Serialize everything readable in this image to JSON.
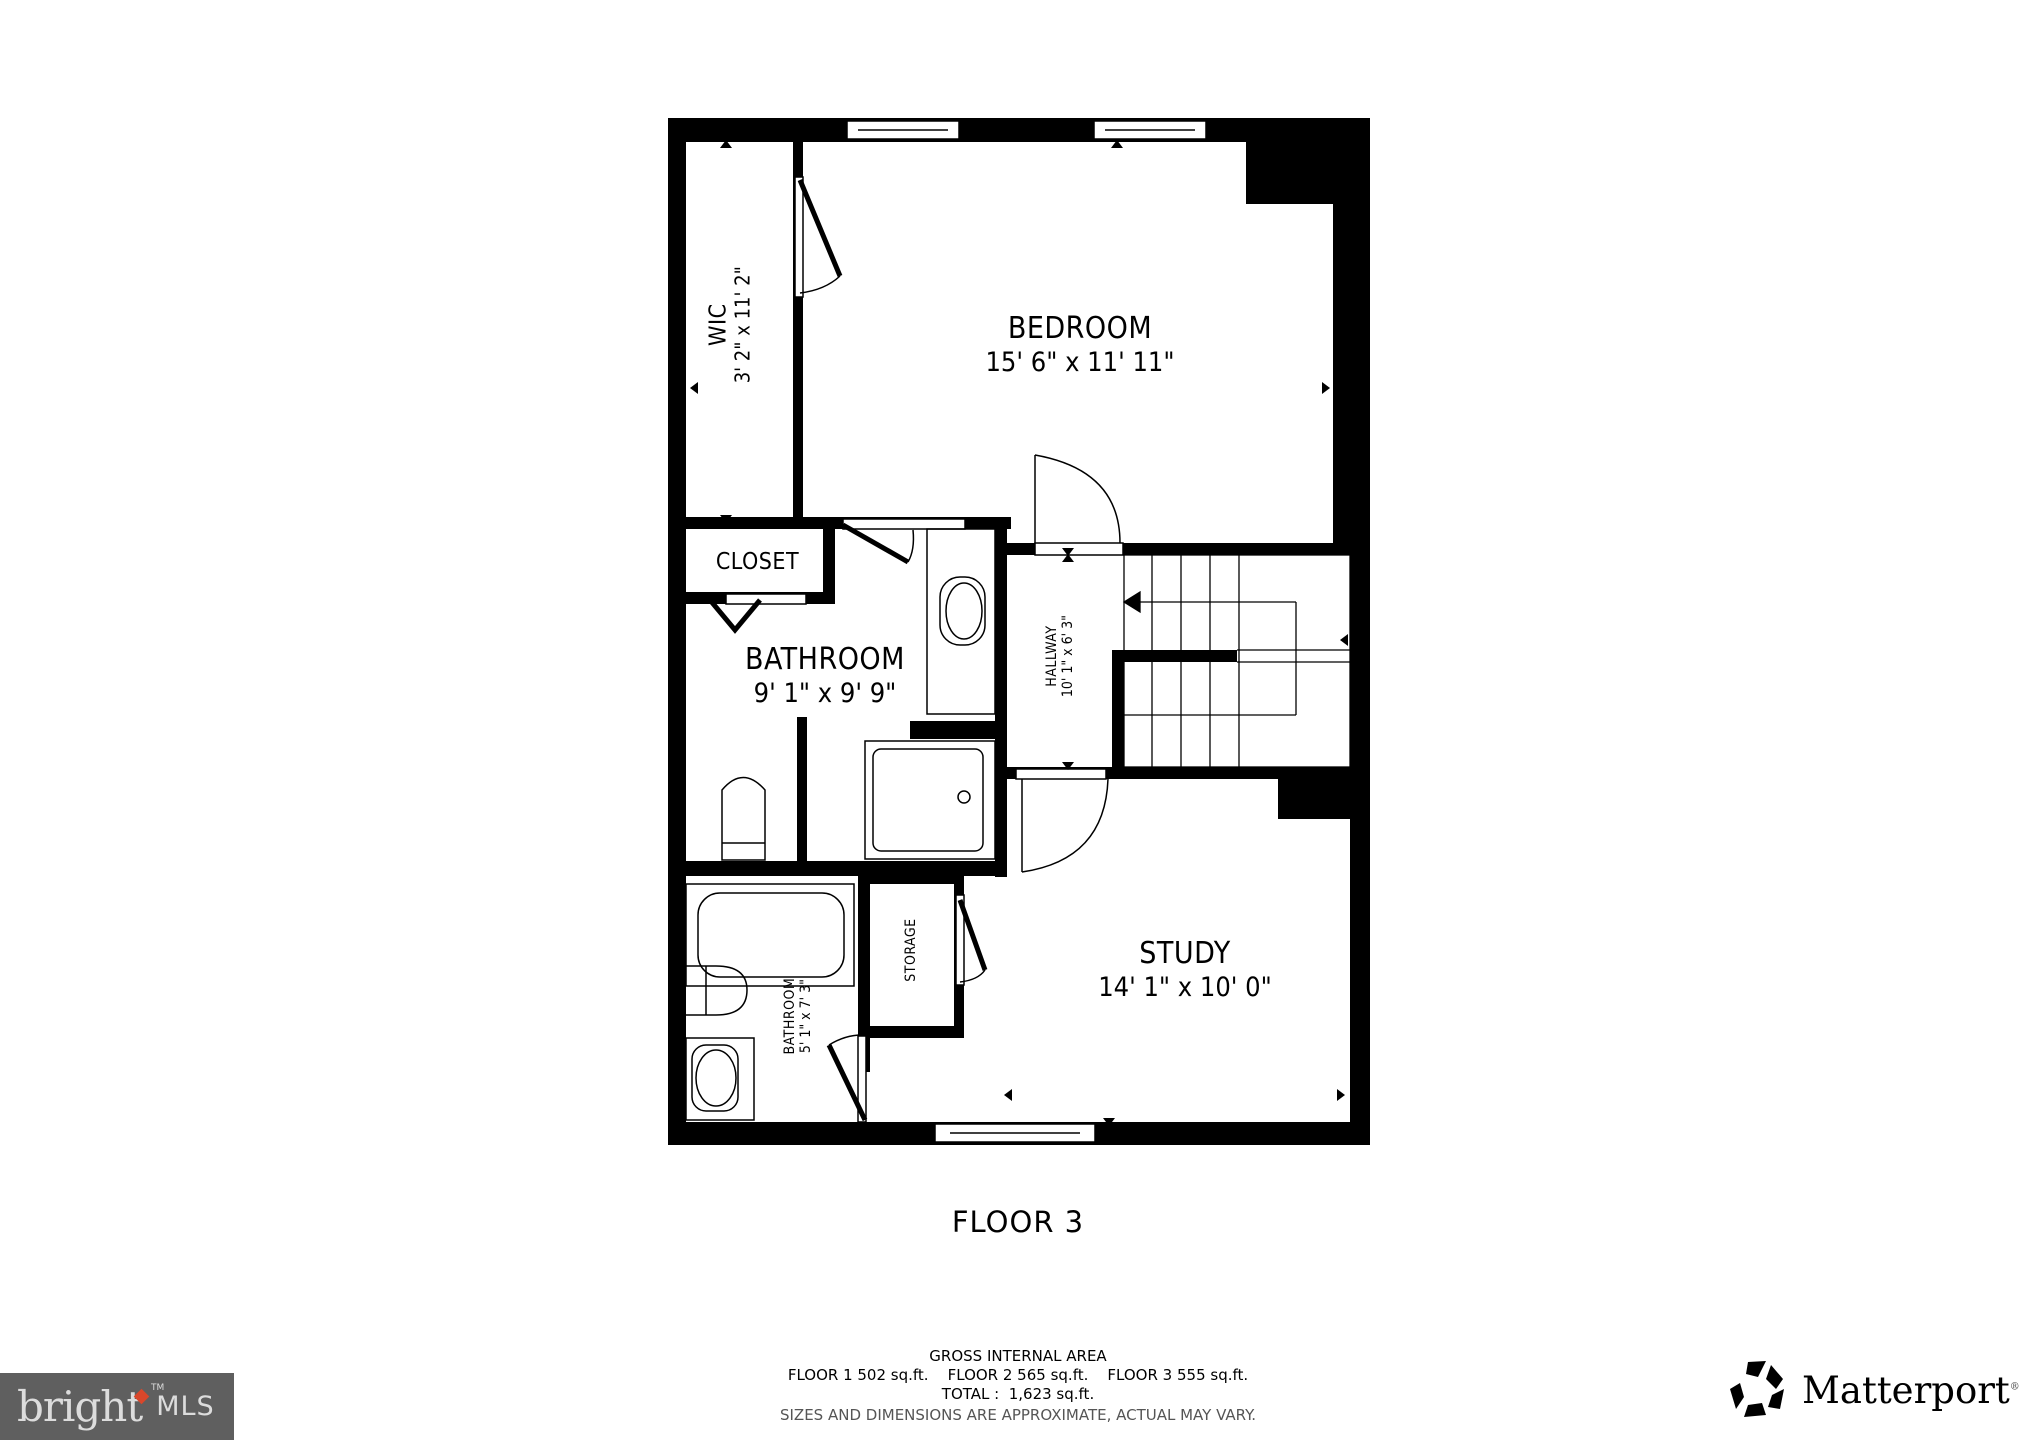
{
  "floor_plan": {
    "floor_title": "FLOOR 3",
    "rooms": [
      {
        "id": "bedroom",
        "name": "BEDROOM",
        "dimensions": "15' 6\" x 11' 11\""
      },
      {
        "id": "wic",
        "name": "WIC",
        "dimensions": "3' 2\" x 11' 2\""
      },
      {
        "id": "closet",
        "name": "CLOSET",
        "dimensions": ""
      },
      {
        "id": "bathroom_main",
        "name": "BATHROOM",
        "dimensions": "9' 1\" x 9' 9\""
      },
      {
        "id": "hallway",
        "name": "HALLWAY",
        "dimensions": "10' 1\" x 6' 3\""
      },
      {
        "id": "storage",
        "name": "STORAGE",
        "dimensions": ""
      },
      {
        "id": "bathroom_small",
        "name": "BATHROOM",
        "dimensions": "5' 1\" x 7' 3\""
      },
      {
        "id": "study",
        "name": "STUDY",
        "dimensions": "14' 1\" x 10' 0\""
      }
    ],
    "colors": {
      "wall": "#000000",
      "floor": "#ffffff"
    }
  },
  "gross_internal_area": {
    "heading": "GROSS INTERNAL AREA",
    "floors_line": "FLOOR 1 502 sq.ft.    FLOOR 2 565 sq.ft.    FLOOR 3 555 sq.ft.",
    "floors": [
      {
        "label": "FLOOR 1",
        "area": "502 sq.ft."
      },
      {
        "label": "FLOOR 2",
        "area": "565 sq.ft."
      },
      {
        "label": "FLOOR 3",
        "area": "555 sq.ft."
      }
    ],
    "total_line": "TOTAL :  1,623 sq.ft.",
    "disclaimer": "SIZES AND DIMENSIONS ARE APPROXIMATE, ACTUAL MAY VARY."
  },
  "logos": {
    "bright": {
      "word": "bright",
      "suffix": "MLS",
      "tm": "TM",
      "accent_color": "#d9472b",
      "bg_color": "#5f5f5f"
    },
    "matterport": {
      "word": "Matterport",
      "reg": "®"
    }
  }
}
